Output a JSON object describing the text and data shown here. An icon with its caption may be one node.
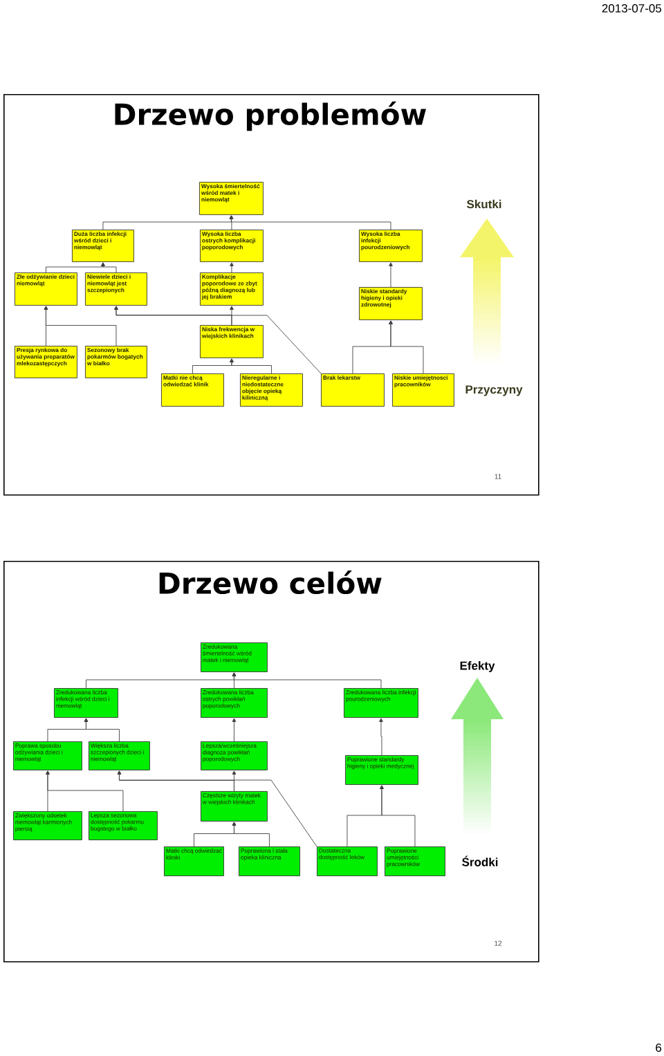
{
  "diagram": {
    "nodes": [
      {
        "text": [
          "Drzewo problemów",
          "11"
        ]
      },
      {
        "text": [
          "Wysoka śmiertelność wśród matek i niemowląt"
        ],
        "in": 0
      },
      {
        "text": [
          "Duża liczba infekcji wśród dzieci i niemowląt"
        ],
        "in": 0
      },
      {
        "text": [
          "Wysoka liczba ostrych komplikacji poporodowych"
        ],
        "in": 0
      },
      {
        "text": [
          "Wysoka liczba infekcji pourodzeniowych"
        ],
        "in": 0
      },
      {
        "text": [
          "Złe odżywianie dzieci niemowląt"
        ],
        "in": 0
      },
      {
        "text": [
          "Niewiele dzieci i niemowląt jest szczepionych"
        ],
        "in": 0
      },
      {
        "text": [
          "Komplikacje poporodowe ze zbyt późną diagnozą lub jej brakiem"
        ],
        "in": 0
      },
      {
        "text": [
          "Niskie standardy higieny i opieki zdrowotnej"
        ],
        "in": 0
      },
      {
        "text": [
          "Niska frekwencja w wiejskich klinikach"
        ],
        "in": 0
      },
      {
        "text": [
          "Presja rynkowa do używania preparatów mlekozastępczych"
        ],
        "in": 0
      },
      {
        "text": [
          "Sezonowy brak pokarmów bogatych w białko"
        ],
        "in": 0
      },
      {
        "text": [
          "Matki nie chcą odwiedzać klinik"
        ],
        "in": 0
      },
      {
        "text": [
          "Nieregularne i niedostateczne objęcie opieką kiliniczną"
        ],
        "in": 0
      },
      {
        "text": [
          "Brak lekarstw"
        ],
        "in": 0
      },
      {
        "text": [
          "Niskie umiejętnosci pracowników"
        ],
        "in": 0
      },
      {
        "text": [
          "Drzewo celów",
          "12"
        ]
      },
      {
        "text": [
          "Zredukowana śmiertelność wśród matek i niemowląt"
        ],
        "in": 16
      },
      {
        "text": [
          "Zredukowana liczba infekcji wśród dzieci i niemowląt"
        ],
        "in": 16
      },
      {
        "text": [
          "Zredukowana liczba ostrych powikłań poporodowych"
        ],
        "in": 16
      },
      {
        "text": [
          "Zredukowana liczba infekcji pourodzeniowych"
        ],
        "in": 16
      },
      {
        "text": [
          "Poprawa sposobu odżywiania dzieci i niemowląt"
        ],
        "in": 16
      },
      {
        "text": [
          "Większa liczba szczepionych dzieci i niemowląt"
        ],
        "in": 16
      },
      {
        "text": [
          "Lepsza/wcześniejsza diagnoza powikłań poporodowych"
        ],
        "in": 16
      },
      {
        "text": [
          "Poprawione standardy higieny i opieki medycznej"
        ],
        "in": 16
      },
      {
        "text": [
          "Częstsze wizyty matek w wiejskich klinikach"
        ],
        "in": 16
      },
      {
        "text": [
          "Zwiększony odsetek niemowląt karmionych piersią"
        ],
        "in": 16
      },
      {
        "text": [
          "Lepsza sezonowa dostępność pokarmu bogatego w białko"
        ],
        "in": 16
      },
      {
        "text": [
          "Matki chcą odwiedzać kliniki"
        ],
        "in": 16
      },
      {
        "text": [
          "Poprawiona i stała opieka kliniczna"
        ],
        "in": 16
      },
      {
        "text": [
          "Dostateczna dostępność leków"
        ],
        "in": 16
      },
      {
        "text": [
          "Poprawione umiejętności pracowników"
        ],
        "in": 16
      }
    ],
    "edges": [
      {
        "from": 2,
        "to": 1,
        "arrow": "to"
      },
      {
        "from": 3,
        "to": 1,
        "arrow": "to"
      },
      {
        "from": 4,
        "to": 1,
        "arrow": "to"
      },
      {
        "from": 5,
        "to": 2,
        "arrow": "to"
      },
      {
        "from": 6,
        "to": 2,
        "arrow": "to"
      },
      {
        "from": 7,
        "to": 3,
        "arrow": "to"
      },
      {
        "from": 8,
        "to": 4,
        "arrow": "to"
      },
      {
        "from": 9,
        "to": 7,
        "arrow": "to"
      },
      {
        "from": 9,
        "to": 6,
        "arrow": "to"
      },
      {
        "from": 14,
        "to": 6,
        "arrow": "to"
      },
      {
        "from": 10,
        "to": 5,
        "arrow": "to"
      },
      {
        "from": 11,
        "to": 5,
        "arrow": "to"
      },
      {
        "from": 12,
        "to": 9,
        "arrow": "to"
      },
      {
        "from": 13,
        "to": 9,
        "arrow": "to"
      },
      {
        "from": 14,
        "to": 8,
        "arrow": "to"
      },
      {
        "from": 15,
        "to": 8,
        "arrow": "to"
      },
      {
        "from": 18,
        "to": 17,
        "arrow": "to"
      },
      {
        "from": 19,
        "to": 17,
        "arrow": "to"
      },
      {
        "from": 20,
        "to": 17,
        "arrow": "to"
      },
      {
        "from": 21,
        "to": 18,
        "arrow": "to"
      },
      {
        "from": 22,
        "to": 18,
        "arrow": "to"
      },
      {
        "from": 23,
        "to": 19,
        "arrow": "to"
      },
      {
        "from": 24,
        "to": 20,
        "arrow": "to"
      },
      {
        "from": 25,
        "to": 23,
        "arrow": "to"
      },
      {
        "from": 25,
        "to": 22,
        "arrow": "to"
      },
      {
        "from": 30,
        "to": 22,
        "arrow": "to"
      },
      {
        "from": 26,
        "to": 21,
        "arrow": "to"
      },
      {
        "from": 27,
        "to": 21,
        "arrow": "to"
      },
      {
        "from": 28,
        "to": 25,
        "arrow": "to"
      },
      {
        "from": 29,
        "to": 25,
        "arrow": "to"
      },
      {
        "from": 30,
        "to": 24,
        "arrow": "to"
      },
      {
        "from": 31,
        "to": 24,
        "arrow": "to"
      }
    ],
    "labels": [
      "2013-07-05",
      "Skutki",
      "Przyczyny",
      "Efekty",
      "Środki",
      "6"
    ]
  }
}
